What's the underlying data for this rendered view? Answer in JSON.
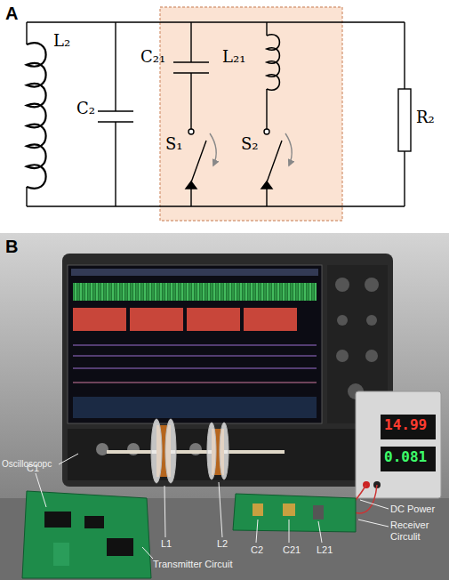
{
  "diagram": {
    "labels": [
      "A",
      "L₂",
      "C₂",
      "C₂₁",
      "L₂₁",
      "S₁",
      "S₂",
      "R₂",
      "B",
      "14.99",
      "0.081",
      "Oscilloscopc",
      "DC Power",
      "C1",
      "L1",
      "L2",
      "Receiver Circulit",
      "Transmitter Circuit",
      "C2",
      "C21",
      "L21"
    ]
  }
}
